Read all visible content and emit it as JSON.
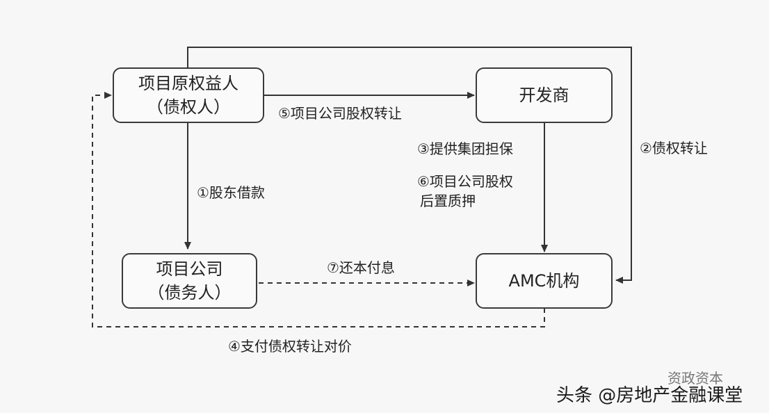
{
  "nodes": {
    "original_holder": {
      "line1": "项目原权益人",
      "line2": "（债权人）"
    },
    "developer": {
      "line1": "开发商"
    },
    "project_company": {
      "line1": "项目公司",
      "line2": "（债务人）"
    },
    "amc": {
      "line1": "AMC机构"
    }
  },
  "edges": {
    "e1": "①股东借款",
    "e2": "②债权转让",
    "e3": "③提供集团担保",
    "e4": "④支付债权转让对价",
    "e5": "⑤项目公司股权转让",
    "e6_line1": "⑥项目公司股权",
    "e6_line2": "后置质押",
    "e7": "⑦还本付息"
  },
  "watermark": {
    "main": "头条 @房地产金融课堂",
    "sub": "资政资本"
  }
}
